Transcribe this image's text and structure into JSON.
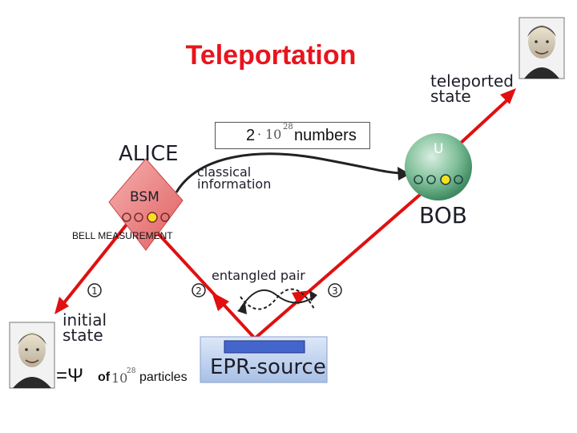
{
  "title": "Teleportation",
  "numbers_box": {
    "prefix": "2",
    "dot": "·",
    "base": "10",
    "exponent": "28",
    "suffix": "numbers"
  },
  "labels": {
    "alice": "ALICE",
    "bsm": "BSM",
    "bell_measurement": "BELL MEASUREMENT",
    "classical_line1": "classical",
    "classical_line2": "information",
    "bob": "BOB",
    "bob_op": "U",
    "teleported_line1": "teleported",
    "teleported_line2": "state",
    "entangled_pair": "entangled pair",
    "initial_line1": "initial",
    "initial_line2": "state",
    "epr_source": "EPR-source",
    "step1": "1",
    "step2": "2",
    "step3": "3"
  },
  "formula": {
    "psi": "=Ψ",
    "of": "of",
    "base": "10",
    "exponent": "28",
    "particles": "particles"
  },
  "colors": {
    "title": "#e8141e",
    "beam": "#e01010",
    "bob_sphere": "#3f9a70",
    "bsm_diamond": "#e86a6a",
    "epr_box": "#5577cc"
  }
}
